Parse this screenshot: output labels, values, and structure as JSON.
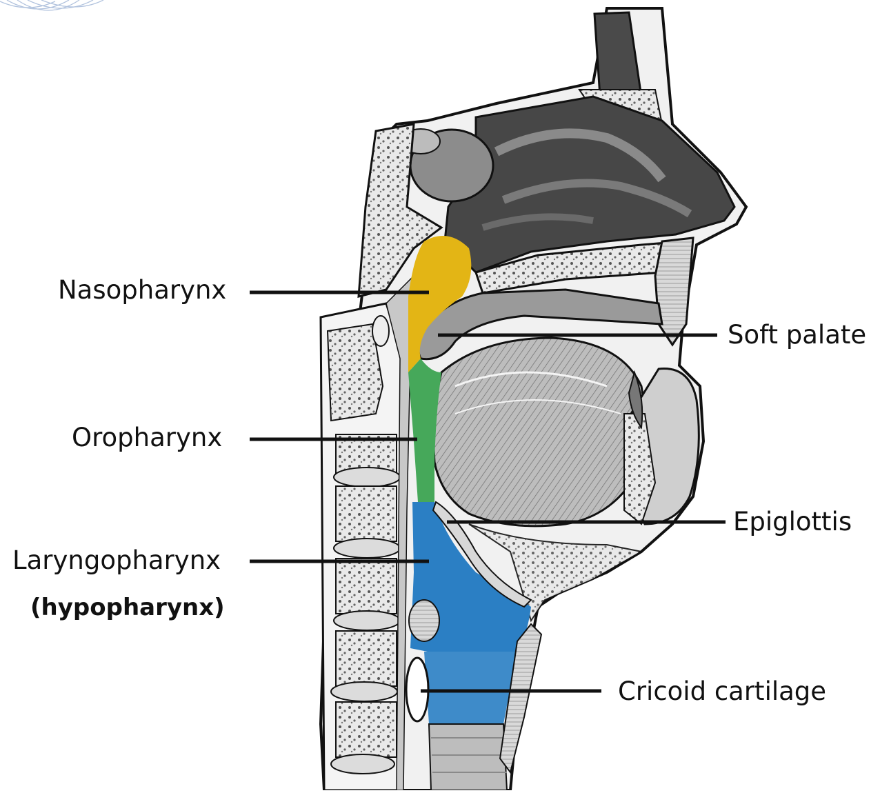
{
  "labels": {
    "nasopharynx": "Nasopharynx",
    "oropharynx": "Oropharynx",
    "laryngopharynx": "Laryngopharynx",
    "hypopharynx": "(hypopharynx)",
    "soft_palate": "Soft palate",
    "epiglottis": "Epiglottis",
    "cricoid_cartilage": "Cricoid cartilage"
  },
  "region_colors": {
    "nasopharynx": "#E3B515",
    "oropharynx": "#46A85A",
    "laryngopharynx": "#2B7FC4",
    "cricoid_zone": "#3E8BC9"
  },
  "icons": {
    "corner_decoration": "wave-pattern-icon"
  }
}
